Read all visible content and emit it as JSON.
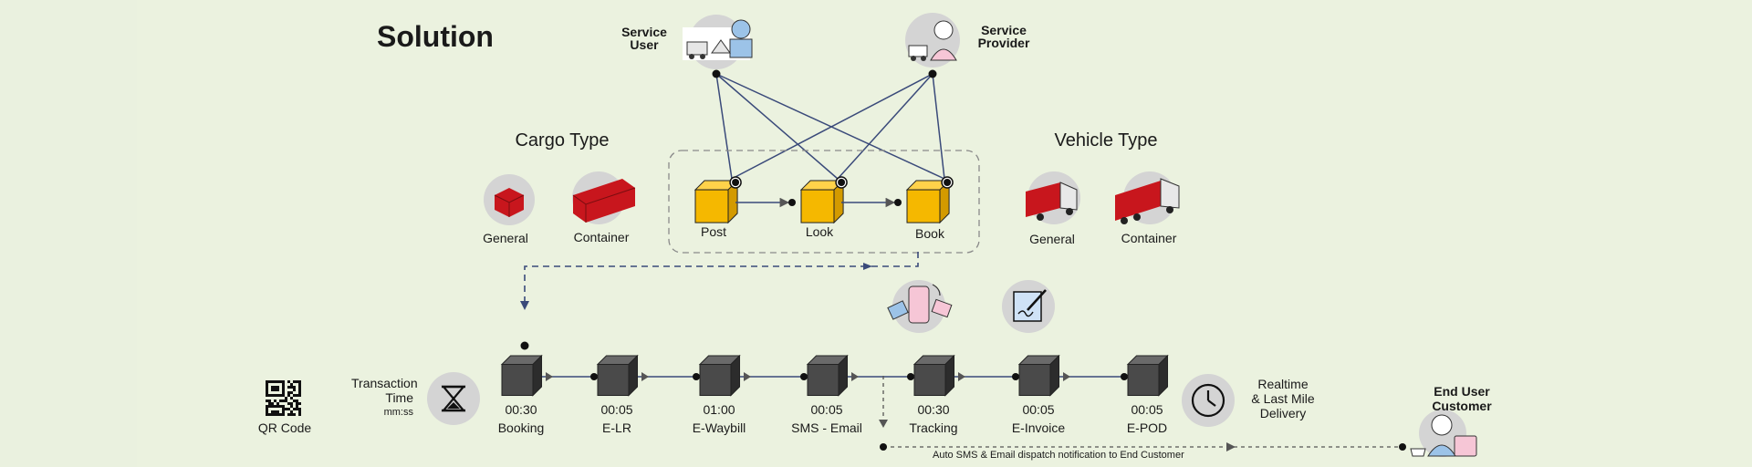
{
  "title": "Solution",
  "actors": {
    "service_user": [
      "Service",
      "User"
    ],
    "service_provider": [
      "Service",
      "Provider"
    ],
    "end_user": [
      "End User",
      "Customer"
    ]
  },
  "cargo_type": {
    "heading": "Cargo Type",
    "options": [
      "General",
      "Container"
    ]
  },
  "vehicle_type": {
    "heading": "Vehicle Type",
    "options": [
      "General",
      "Container"
    ]
  },
  "marketplace_steps": [
    "Post",
    "Look",
    "Book"
  ],
  "transaction_time": {
    "label": [
      "Transaction",
      "Time"
    ],
    "unit": "mm:ss"
  },
  "qr": {
    "label": "QR Code"
  },
  "process_steps": [
    {
      "time": "00:30",
      "label": "Booking"
    },
    {
      "time": "00:05",
      "label": "E-LR"
    },
    {
      "time": "01:00",
      "label": "E-Waybill"
    },
    {
      "time": "00:05",
      "label": "SMS - Email"
    },
    {
      "time": "00:30",
      "label": "Tracking"
    },
    {
      "time": "00:05",
      "label": "E-Invoice"
    },
    {
      "time": "00:05",
      "label": "E-POD"
    }
  ],
  "realtime": [
    "Realtime",
    "& Last Mile",
    "Delivery"
  ],
  "notification": "Auto SMS & Email dispatch notification to End Customer",
  "colors": {
    "background": "#ebf2df",
    "line": "#3a4a7a",
    "box_yellow": "#f5b800",
    "box_dark": "#4a4a4a",
    "truck_red": "#c8161d",
    "circle_grey": "#d4d4d4"
  }
}
